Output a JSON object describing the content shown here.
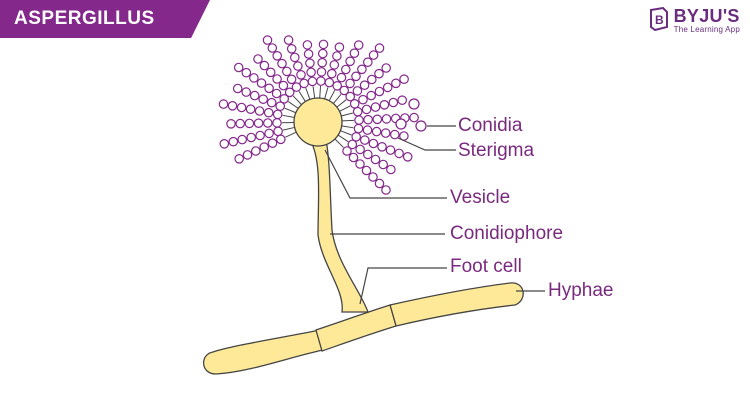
{
  "header": {
    "title": "ASPERGILLUS",
    "brand_color": "#84288c"
  },
  "logo": {
    "name": "BYJU'S",
    "tagline": "The Learning App",
    "icon": "byjus-logo-icon"
  },
  "labels": {
    "conidia": "Conidia",
    "sterigma": "Sterigma",
    "vesicle": "Vesicle",
    "conidiophore": "Conidiophore",
    "foot_cell": "Foot cell",
    "hyphae": "Hyphae"
  },
  "colors": {
    "label_text": "#7a2a7e",
    "fungus_fill": "#fde997",
    "fungus_stroke": "#454545",
    "conidia_stroke": "#84288c",
    "sterigma_fill": "#fdf3c4"
  }
}
